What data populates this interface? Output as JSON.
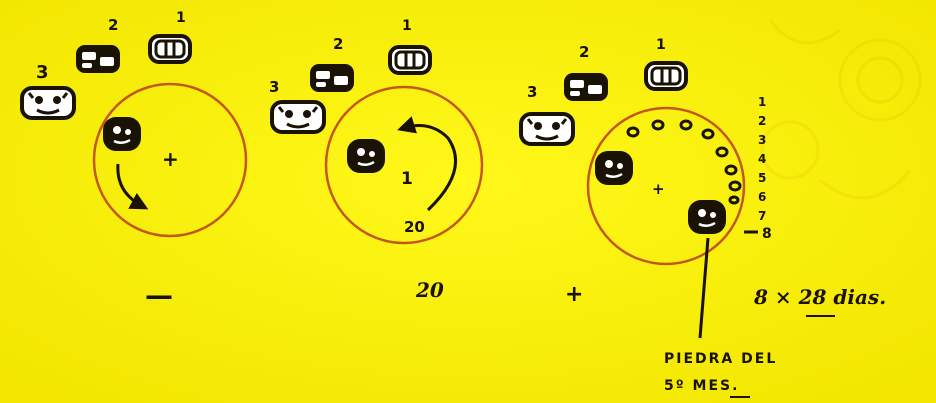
{
  "diagrams": [
    {
      "glyph_labels": [
        "3",
        "2",
        "1"
      ],
      "center_mark": "+",
      "caption": "—"
    },
    {
      "glyph_labels": [
        "3",
        "2",
        "1"
      ],
      "center_mark": "1",
      "arrow_label": "20",
      "caption": "20"
    },
    {
      "glyph_labels": [
        "3",
        "2",
        "1"
      ],
      "center_mark": "+",
      "caption": "+",
      "vertical_numbers": [
        "1",
        "2",
        "3",
        "4",
        "5",
        "6",
        "7"
      ],
      "end_marker": "8",
      "formula": "8 × 28 dias.",
      "stone_note_line1": "PIEDRA DEL",
      "stone_note_line2": "5º MES."
    }
  ],
  "colors": {
    "background": "#f7f000",
    "ink": "#1a1205",
    "circle": "#c4571d",
    "glyph_fill": "#ffffff"
  }
}
